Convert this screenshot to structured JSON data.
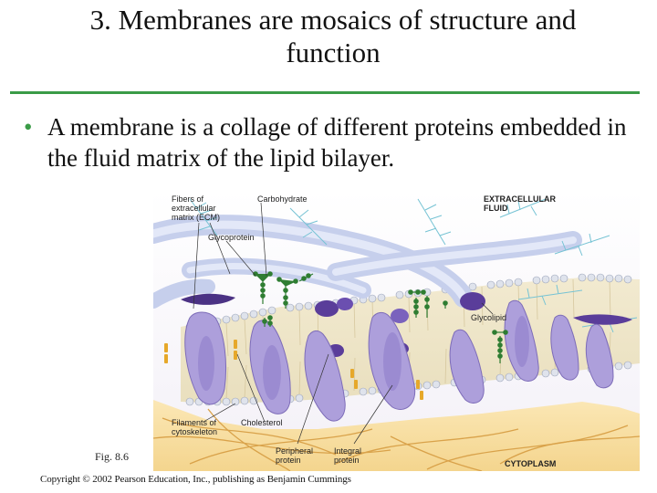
{
  "slide": {
    "title_line1": "3. Membranes are mosaics of structure and",
    "title_line2": "function",
    "bullet": "A membrane is a collage of different proteins embedded in the fluid matrix of the lipid bilayer.",
    "figure_number": "Fig. 8.6",
    "copyright": "Copyright © 2002 Pearson Education, Inc., publishing as Benjamin Cummings"
  },
  "figure": {
    "labels": {
      "ecm_1": "Fibers of",
      "ecm_2": "extracellular",
      "ecm_3": "matrix (ECM)",
      "carbohydrate": "Carbohydrate",
      "extracellular_1": "EXTRACELLULAR",
      "extracellular_2": "FLUID",
      "glycoprotein": "Glycoprotein",
      "glycolipid": "Glycolipid",
      "filaments_1": "Filaments of",
      "filaments_2": "cytoskeleton",
      "cholesterol": "Cholesterol",
      "peripheral_1": "Peripheral",
      "peripheral_2": "protein",
      "integral_1": "Integral",
      "integral_2": "protein",
      "cytoplasm": "CYTOPLASM"
    },
    "colors": {
      "accent_rule": "#3a9b47",
      "ecm_fiber": "#c9d2ee",
      "protein": "#a99bd6",
      "peripheral_protein": "#5a3d9a",
      "carbohydrate": "#2f7d32",
      "lipid_head": "#d9dde8",
      "cytoskeleton": "#e8c070",
      "cholesterol": "#e6a82a"
    }
  }
}
